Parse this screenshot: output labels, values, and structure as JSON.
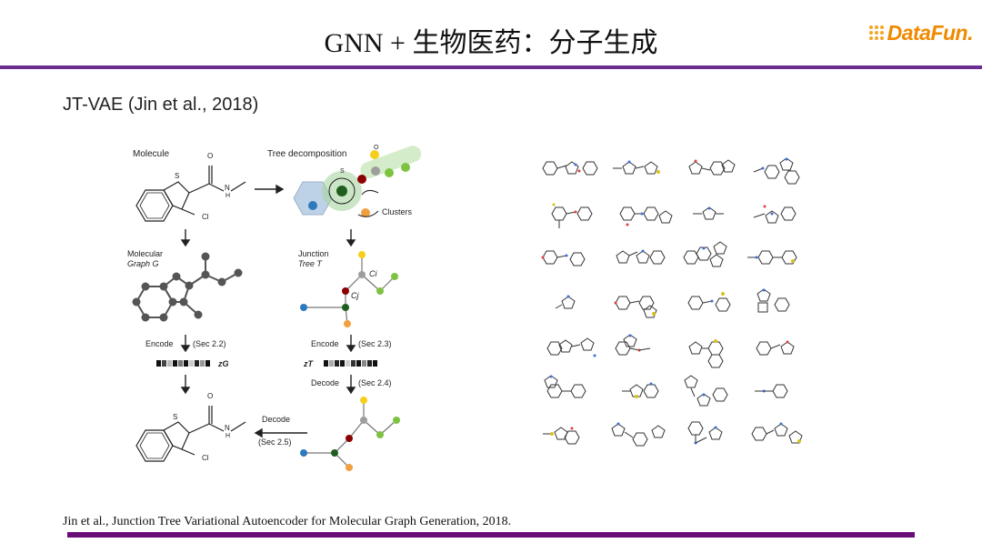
{
  "header": {
    "title": "GNN + 生物医药：分子生成",
    "logo_text": "DataFun."
  },
  "section": {
    "subtitle": "JT-VAE (Jin et al., 2018)"
  },
  "figure": {
    "molecule_label": "Molecule",
    "tree_decomposition_label": "Tree decomposition",
    "clusters_label": "Clusters",
    "molecular_graph_label_1": "Molecular",
    "molecular_graph_label_2": "Graph G",
    "junction_tree_label_1": "Junction",
    "junction_tree_label_2": "Tree T",
    "ci_label": "Ci",
    "cj_label": "Cj",
    "encode_label": "Encode",
    "sec22": "(Sec 2.2)",
    "sec23": "(Sec 2.3)",
    "zg_label": "zG",
    "zt_label": "zT",
    "decode_label": "Decode",
    "sec24": "(Sec 2.4)",
    "sec25": "(Sec 2.5)",
    "atom_o": "O",
    "atom_s": "S",
    "atom_n": "N",
    "atom_h": "H",
    "atom_cl": "Cl"
  },
  "footer": {
    "citation": "Jin et al., Junction Tree Variational Autoencoder for Molecular Graph Generation, 2018."
  },
  "colors": {
    "accent_rule": "#6b2d8e",
    "bottom_rule": "#6b0d79",
    "logo": "#f08a00"
  }
}
